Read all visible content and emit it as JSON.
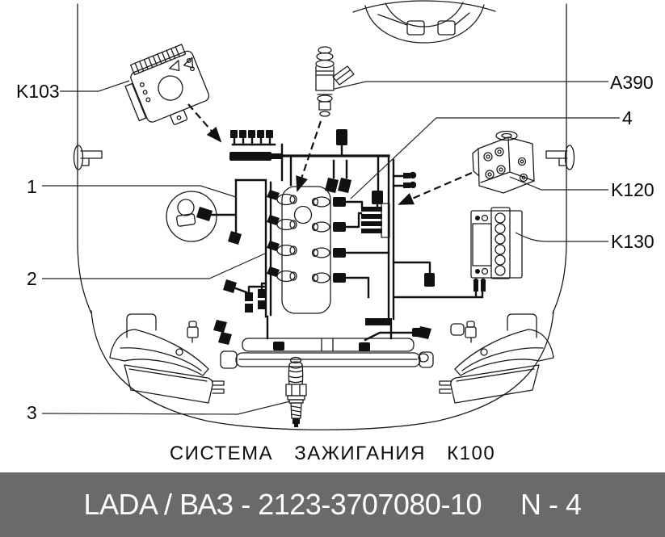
{
  "callouts": {
    "k103": "K103",
    "a390": "A390",
    "item4": "4",
    "k120": "K120",
    "k130": "K130",
    "item1": "1",
    "item2": "2",
    "item3": "3"
  },
  "caption": "СИСТЕМА ЗАЖИГАНИЯ К100",
  "footer": {
    "part_number": "LADA / ВАЗ - 2123-3707080-10",
    "sheet": "N - 4"
  },
  "colors": {
    "line": "#1a1a1a",
    "footer_bg": "#6a6a6a",
    "footer_text": "#ffffff",
    "page_bg": "#ffffff"
  }
}
